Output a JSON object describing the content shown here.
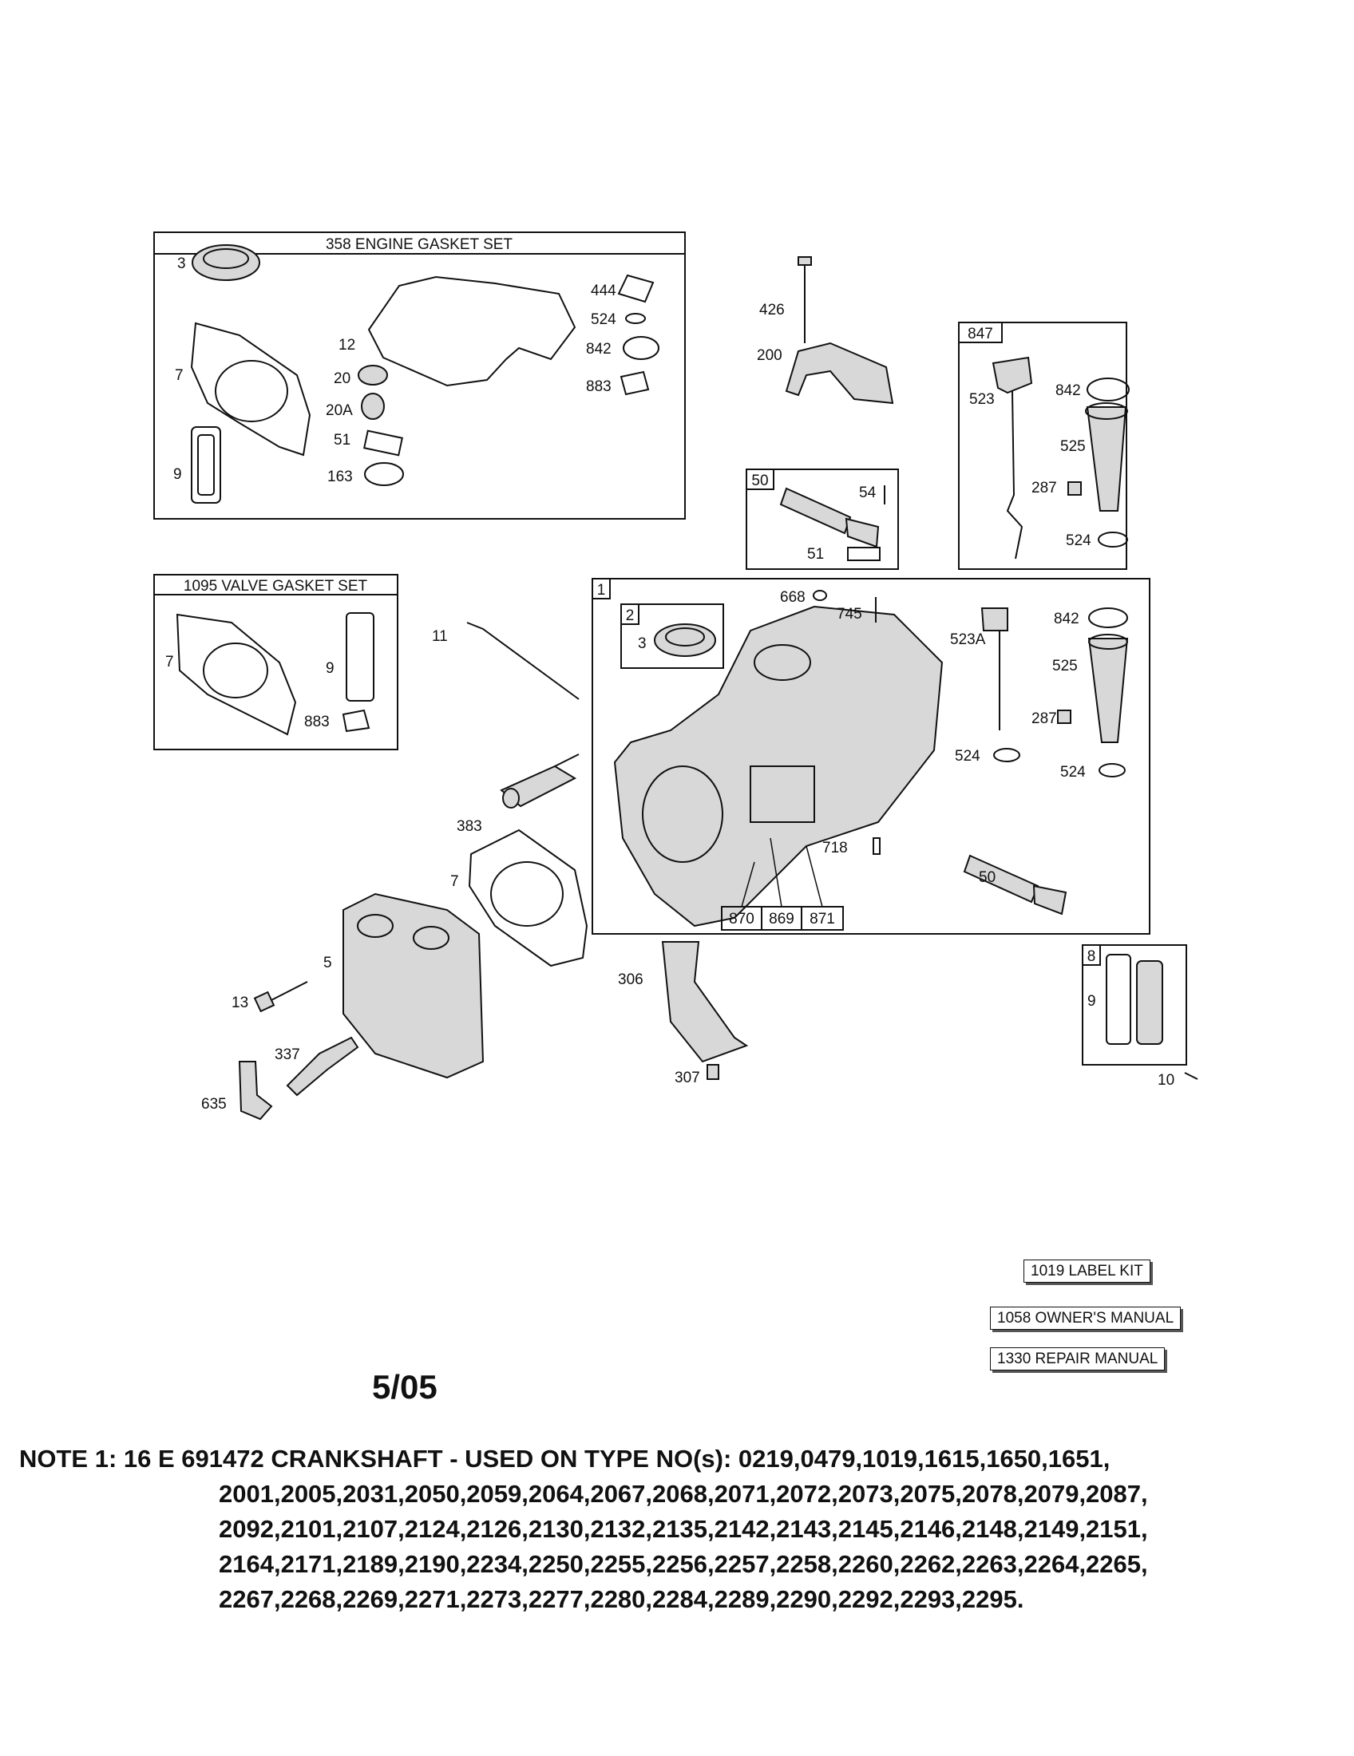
{
  "groups": {
    "engine_gasket_set": "358 ENGINE GASKET SET",
    "valve_gasket_set": "1095 VALVE GASKET SET",
    "box_847": "847",
    "box_50": "50",
    "box_1": "1",
    "box_2": "2",
    "box_8": "8"
  },
  "callouts": {
    "c3a": "3",
    "c7a": "7",
    "c9a": "9",
    "c12": "12",
    "c20": "20",
    "c20A": "20A",
    "c51a": "51",
    "c163": "163",
    "c444": "444",
    "c524a": "524",
    "c842a": "842",
    "c883a": "883",
    "c426": "426",
    "c200": "200",
    "c523": "523",
    "c842b": "842",
    "c525a": "525",
    "c287a": "287",
    "c524b": "524",
    "c54": "54",
    "c51b": "51",
    "c7b": "7",
    "c9b": "9",
    "c883b": "883",
    "c11": "11",
    "c668": "668",
    "c745": "745",
    "c3b": "3",
    "c523A": "523A",
    "c842c": "842",
    "c525b": "525",
    "c287b": "287",
    "c524c": "524",
    "c524d": "524",
    "c383": "383",
    "c718": "718",
    "c50": "50",
    "c7c": "7",
    "c870": "870",
    "c869": "869",
    "c871": "871",
    "c5": "5",
    "c13": "13",
    "c306": "306",
    "c337": "337",
    "c635": "635",
    "c307": "307",
    "c9c": "9",
    "c10": "10"
  },
  "kits": {
    "label_kit": "1019 LABEL KIT",
    "owners_manual": "1058 OWNER'S MANUAL",
    "repair_manual": "1330 REPAIR MANUAL"
  },
  "date": "5/05",
  "note": {
    "line1": "NOTE 1: 16 E 691472 CRANKSHAFT - USED ON TYPE NO(s): 0219,0479,1019,1615,1650,1651,",
    "line2": "2001,2005,2031,2050,2059,2064,2067,2068,2071,2072,2073,2075,2078,2079,2087,",
    "line3": "2092,2101,2107,2124,2126,2130,2132,2135,2142,2143,2145,2146,2148,2149,2151,",
    "line4": "2164,2171,2189,2190,2234,2250,2255,2256,2257,2258,2260,2262,2263,2264,2265,",
    "line5": "2267,2268,2269,2271,2273,2277,2280,2284,2289,2290,2292,2293,2295."
  }
}
